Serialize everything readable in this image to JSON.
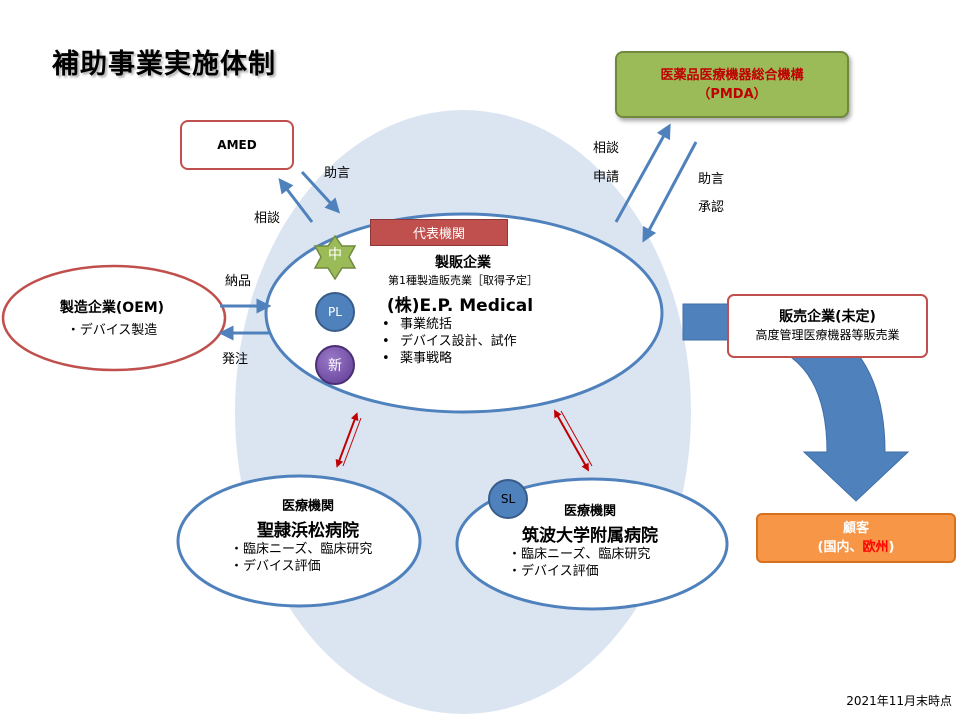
{
  "title": "補助事業実施体制",
  "amed": {
    "label": "AMED",
    "arrow_left_label": "相談",
    "arrow_right_label": "助言"
  },
  "pmda": {
    "name": "医薬品医療機器総合機構",
    "abbr": "（PMDA）",
    "arrow_up_labels": [
      "相談",
      "申請"
    ],
    "arrow_down_labels": [
      "助言",
      "承認"
    ]
  },
  "representative_label": "代表機関",
  "manufacturer": {
    "badges": {
      "chu": "中",
      "pl": "PL",
      "shin": "新"
    },
    "heading": "製販企業",
    "subheading": "第1種製造販売業［取得予定］",
    "name": "(株)E.P. Medical",
    "items": [
      "事業統括",
      "デバイス設計、試作",
      "薬事戦略"
    ]
  },
  "oem": {
    "name": "製造企業(OEM)",
    "items": [
      "・デバイス製造"
    ],
    "delivery_label": "納品",
    "order_label": "発注"
  },
  "sales": {
    "name": "販売企業(未定)",
    "sub": "高度管理医療機器等販売業"
  },
  "customer": {
    "name": "顧客",
    "detail_prefix": "(国内、",
    "detail_highlight": "欧州",
    "detail_suffix": ")"
  },
  "hospital_1": {
    "heading": "医療機関",
    "name": "聖隷浜松病院",
    "items": [
      "・臨床ニーズ、臨床研究",
      "・デバイス評価"
    ]
  },
  "hospital_2": {
    "badge": "SL",
    "heading": "医療機関",
    "name": "筑波大学附属病院",
    "items": [
      "・臨床ニーズ、臨床研究",
      "・デバイス評価"
    ]
  },
  "footnote": "2021年11月末時点",
  "colors": {
    "bubble": "#dbe5f1",
    "ellipse_border": "#4f81bd",
    "oem_border": "#c0504d",
    "arrow_blue": "#4f81bd",
    "arrow_red": "#c00000",
    "pmda_fill": "#9bbb59",
    "customer_fill": "#f79646",
    "star": "#9bbb59"
  }
}
